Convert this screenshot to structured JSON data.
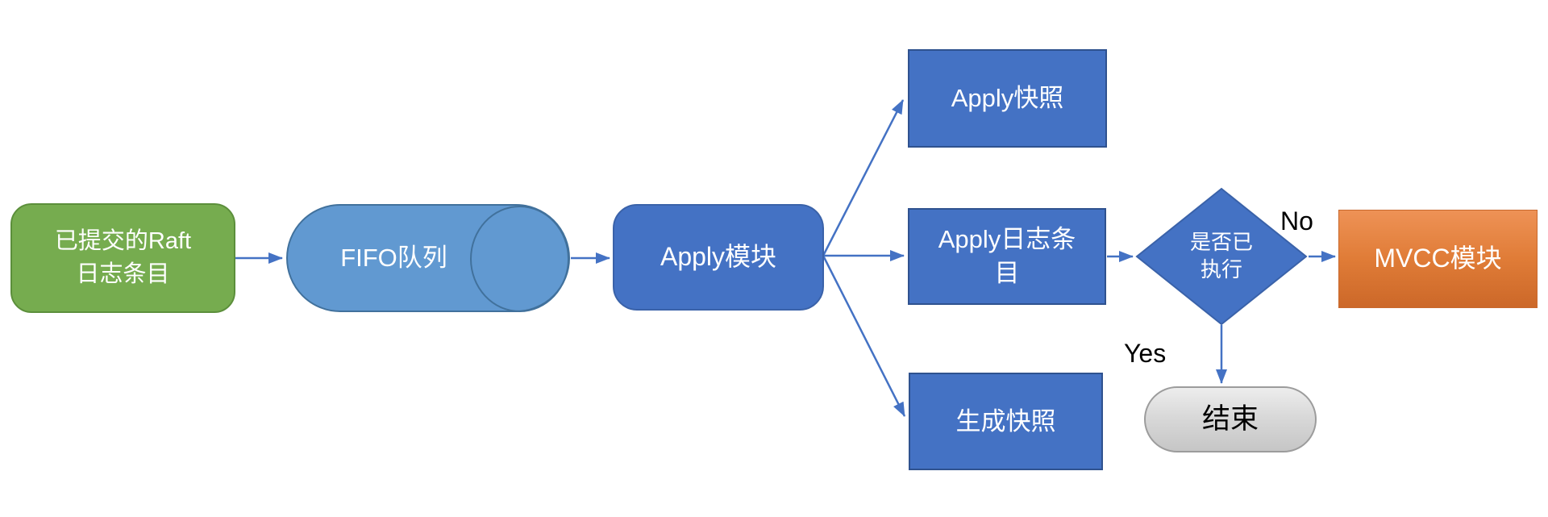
{
  "diagram": {
    "title_implicit": "etcd Apply flow",
    "background": "#FFFFFF",
    "nodes": {
      "raft_log": {
        "label": "已提交的Raft\n日志条目",
        "shape": "rounded-rectangle",
        "fill": "#76AC4F",
        "border": "#5C8F3B",
        "text_color": "#FFFFFF"
      },
      "fifo_queue": {
        "label": "FIFO队列",
        "shape": "horizontal-cylinder",
        "fill": "#6199D1",
        "border": "#41719C",
        "text_color": "#FFFFFF"
      },
      "apply_module": {
        "label": "Apply模块",
        "shape": "rounded-rectangle",
        "fill": "#4472C4",
        "border": "#3A62A9",
        "text_color": "#FFFFFF"
      },
      "apply_snapshot": {
        "label": "Apply快照",
        "shape": "rectangle",
        "fill": "#4472C4",
        "border": "#2F528F",
        "text_color": "#FFFFFF"
      },
      "apply_log_entries": {
        "label": "Apply日志条\n目",
        "shape": "rectangle",
        "fill": "#4472C4",
        "border": "#2F528F",
        "text_color": "#FFFFFF"
      },
      "gen_snapshot": {
        "label": "生成快照",
        "shape": "rectangle",
        "fill": "#4472C4",
        "border": "#2F528F",
        "text_color": "#FFFFFF"
      },
      "decision_executed": {
        "label": "是否已\n执行",
        "shape": "diamond",
        "fill": "#4472C4",
        "border": "#2F528F",
        "text_color": "#FFFFFF"
      },
      "mvcc_module": {
        "label": "MVCC模块",
        "shape": "rectangle",
        "fill_gradient": [
          "#EE9256",
          "#CC6829"
        ],
        "text_color": "#FFFFFF"
      },
      "end": {
        "label": "结束",
        "shape": "terminator",
        "fill_gradient": [
          "#EDEDED",
          "#C6C6C6"
        ],
        "border": "#9C9C9C",
        "text_color": "#000000"
      }
    },
    "edge_labels": {
      "no": "No",
      "yes": "Yes"
    },
    "edges": [
      {
        "from": "raft_log",
        "to": "fifo_queue",
        "label": ""
      },
      {
        "from": "fifo_queue",
        "to": "apply_module",
        "label": ""
      },
      {
        "from": "apply_module",
        "to": "apply_snapshot",
        "label": ""
      },
      {
        "from": "apply_module",
        "to": "apply_log_entries",
        "label": ""
      },
      {
        "from": "apply_module",
        "to": "gen_snapshot",
        "label": ""
      },
      {
        "from": "apply_log_entries",
        "to": "decision_executed",
        "label": ""
      },
      {
        "from": "decision_executed",
        "to": "mvcc_module",
        "label": "No"
      },
      {
        "from": "decision_executed",
        "to": "end",
        "label": "Yes"
      }
    ],
    "colors": {
      "arrow": "#4472C4"
    }
  }
}
